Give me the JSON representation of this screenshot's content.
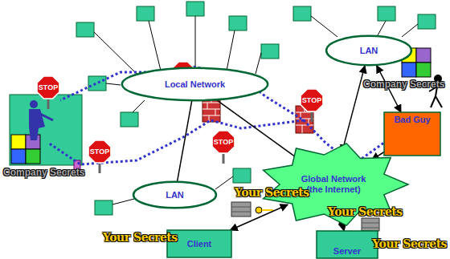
{
  "diagram": {
    "nodes": [
      {
        "text": [
          "Local Network"
        ]
      },
      {
        "text": [
          "LAN"
        ]
      },
      {
        "text": [
          "Global Network (the Internet)"
        ]
      },
      {
        "text": [
          "LAN"
        ]
      },
      {
        "text": [
          "Bad Guy"
        ]
      },
      {
        "text": [
          "Client"
        ]
      },
      {
        "text": [
          "Server"
        ]
      }
    ],
    "edges": [
      {
        "from": 0,
        "to": 2,
        "arrow": "none"
      },
      {
        "from": 0,
        "to": 1,
        "arrow": "none"
      },
      {
        "from": 3,
        "to": 2,
        "arrow": "both"
      },
      {
        "from": 3,
        "to": 4,
        "arrow": "both"
      },
      {
        "from": 4,
        "to": 2,
        "arrow": "to"
      },
      {
        "from": 5,
        "to": 2,
        "arrow": "both"
      },
      {
        "from": 2,
        "to": 6,
        "arrow": "both"
      }
    ],
    "labels": [
      "STOP",
      "STOP",
      "STOP",
      "STOP",
      "STOP",
      "Company Secrets",
      "Company Secrets",
      "Your Secrets",
      "Your Secrets",
      "Your Secrets",
      "Your Secrets"
    ]
  }
}
